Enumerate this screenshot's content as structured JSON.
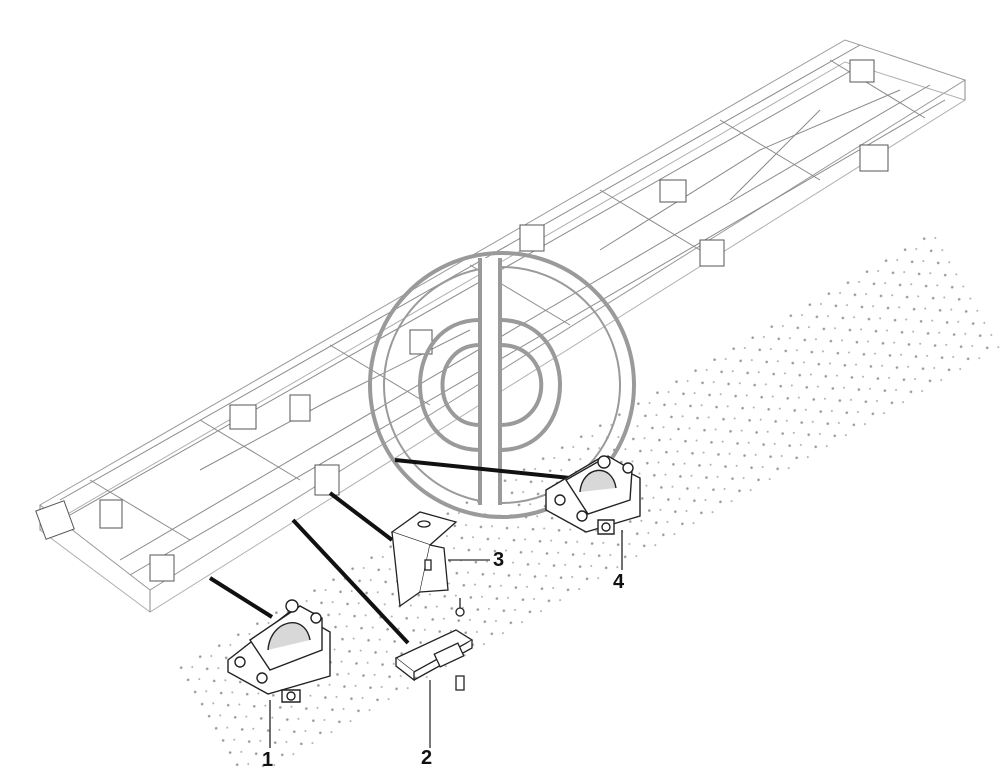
{
  "diagram": {
    "callouts": [
      {
        "id": "1",
        "label": "1"
      },
      {
        "id": "2",
        "label": "2"
      },
      {
        "id": "3",
        "label": "3"
      },
      {
        "id": "4",
        "label": "4"
      }
    ],
    "watermark": {
      "icon": "ch-circle-logo-icon",
      "color": "#9a9a9a"
    },
    "line_color": "#111111",
    "drawing_color": "#444444"
  }
}
